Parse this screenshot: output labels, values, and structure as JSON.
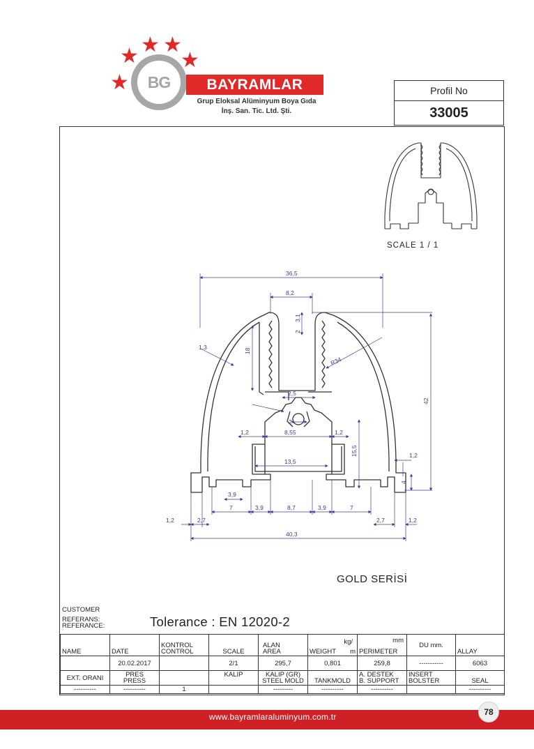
{
  "header": {
    "logo_letters": "BG",
    "brand_name": "BAYRAMLAR",
    "brand_line1": "Grup Eloksal Alüminyum Boya Gıda",
    "brand_line2": "İnş. San. Tic. Ltd. Şti.",
    "profil_label": "Profil No",
    "profil_number": "33005"
  },
  "drawing": {
    "scale_text": "SCALE 1  / 1",
    "series_name": "GOLD SERİSİ",
    "dimensions": {
      "d_36_5": "36,5",
      "d_8_2": "8,2",
      "d_3_1": "3,1",
      "d_2a": "2",
      "d_1_3": "1,3",
      "d_18": "18",
      "d_r34": "R34",
      "d_42": "42",
      "d_2_5": "2,5",
      "d_2b": "2",
      "d_1_2a": "1,2",
      "d_8_55": "8,55",
      "d_1_2b": "1,2",
      "d_15_5": "15,5",
      "d_13_5": "13,5",
      "d_1_2c": "1,2",
      "d_4": "4",
      "d_3_9a": "3,9",
      "d_7a": "7",
      "d_3_9b": "3,9",
      "d_8_7": "8,7",
      "d_3_9c": "3,9",
      "d_7b": "7",
      "d_1_2d": "1,2",
      "d_2_7a": "2,7",
      "d_2_7b": "2,7",
      "d_1_2e": "1,2",
      "d_40_3": "40,3"
    }
  },
  "info": {
    "customer": "CUSTOMER",
    "referans": "REFERANS:",
    "referance": "REFERANCE:",
    "tolerance": "Tolerance : EN 12020-2"
  },
  "table": {
    "h_name": "NAME",
    "h_date": "DATE",
    "h_kontrol": "KONTROL",
    "h_control": "CONTROL",
    "h_scale": "SCALE",
    "h_alan": "ALAN",
    "h_area": "AREA",
    "h_weight": "WEIGHT",
    "h_kg": "kg/",
    "h_m": "m",
    "h_mm": "mm",
    "h_perimeter": "PERIMETER",
    "h_du": "DU mm.",
    "h_allay": "ALLAY",
    "v_name": "",
    "v_date": "20.02.2017",
    "v_control": "",
    "v_scale": "2/1",
    "v_area": "295,7",
    "v_weight": "0,801",
    "v_perimeter": "259,8",
    "v_du": "-----------",
    "v_allay": "6063",
    "r3_ext": "EXT. ORANI",
    "r3_pres": "PRES",
    "r3_press": "PRESS",
    "r3_kalip": "KALIP",
    "r3_kalip_gr": "KALIP (GR)",
    "r3_steel": "STEEL MOLD",
    "r3_tank": "TANKMOLD",
    "r3_destek": "A. DESTEK",
    "r3_support": "B. SUPPORT",
    "r3_insert": "INSERT",
    "r3_bolster": "BOLSTER",
    "r3_seal": "SEAL",
    "r4_c1": "----------",
    "r4_c2": "----------",
    "r4_c3": "1",
    "r4_c4": "",
    "r4_c5": "---------",
    "r4_c6": "----------",
    "r4_c7": "----------",
    "r4_c8": "",
    "r4_c9": "----------"
  },
  "footer": {
    "url": "www.bayramlaraluminyum.com.tr",
    "page": "78"
  },
  "colors": {
    "brand_red": "#e02a2a",
    "footer_red": "#cf2026",
    "logo_grey": "#a7a7a7",
    "dim_blue": "#3b3b9a"
  }
}
